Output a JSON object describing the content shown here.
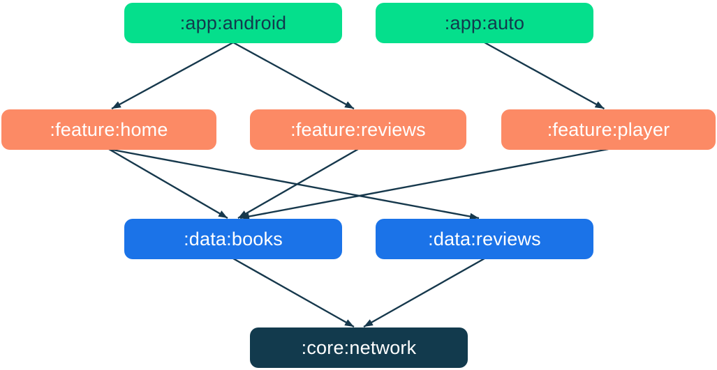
{
  "diagram": {
    "kind": "gradle-module-dependency-graph",
    "colors": {
      "app_node": "#05df8c",
      "feature_node": "#fc8a65",
      "data_node": "#1b73e8",
      "core_node": "#123a4d",
      "edge": "#16384c",
      "app_text": "#123a4d",
      "light_text": "#ffffff",
      "background": "#ffffff"
    },
    "nodes": [
      {
        "id": "app-android",
        "label": ":app:android",
        "group": "app"
      },
      {
        "id": "app-auto",
        "label": ":app:auto",
        "group": "app"
      },
      {
        "id": "feature-home",
        "label": ":feature:home",
        "group": "feature"
      },
      {
        "id": "feature-reviews",
        "label": ":feature:reviews",
        "group": "feature"
      },
      {
        "id": "feature-player",
        "label": ":feature:player",
        "group": "feature"
      },
      {
        "id": "data-books",
        "label": ":data:books",
        "group": "data"
      },
      {
        "id": "data-reviews",
        "label": ":data:reviews",
        "group": "data"
      },
      {
        "id": "core-network",
        "label": ":core:network",
        "group": "core"
      }
    ],
    "edges": [
      {
        "from": "app-android",
        "to": "feature-home"
      },
      {
        "from": "app-android",
        "to": "feature-reviews"
      },
      {
        "from": "app-auto",
        "to": "feature-player"
      },
      {
        "from": "feature-home",
        "to": "data-books"
      },
      {
        "from": "feature-home",
        "to": "data-reviews"
      },
      {
        "from": "feature-reviews",
        "to": "data-books"
      },
      {
        "from": "feature-player",
        "to": "data-books"
      },
      {
        "from": "data-books",
        "to": "core-network"
      },
      {
        "from": "data-reviews",
        "to": "core-network"
      }
    ]
  }
}
